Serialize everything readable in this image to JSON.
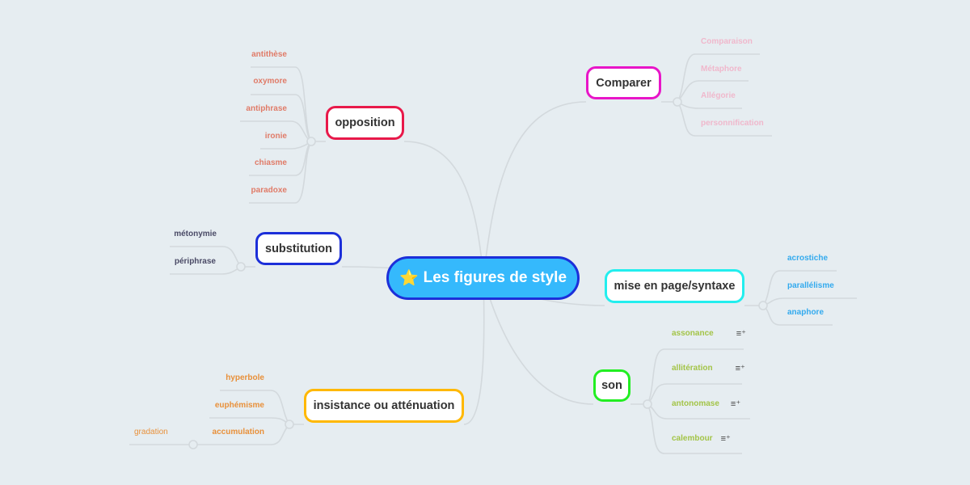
{
  "central": {
    "icon": "star-icon",
    "label": "Les figures de style"
  },
  "colors": {
    "center_fill": "#35b9fc",
    "center_border": "#1c2fd9",
    "opposition": "#e8194a",
    "substitution": "#1c2fd9",
    "insistance": "#ffb800",
    "comparer": "#e815c8",
    "mise": "#22eeee",
    "son": "#22ee22"
  },
  "branches": {
    "opposition": {
      "label": "opposition",
      "leaves": [
        "antithèse",
        "oxymore",
        "antiphrase",
        "ironie",
        "chiasme",
        "paradoxe"
      ]
    },
    "substitution": {
      "label": "substitution",
      "leaves": [
        "métonymie",
        "périphrase"
      ]
    },
    "insistance": {
      "label": "insistance ou atténuation",
      "leaves": [
        "hyperbole",
        "euphémisme",
        "accumulation"
      ],
      "sub": "gradation"
    },
    "comparer": {
      "label": "Comparer",
      "leaves": [
        "Comparaison",
        "Métaphore",
        "Allégorie",
        "personnification"
      ]
    },
    "mise": {
      "label": "mise en page/syntaxe",
      "leaves": [
        "acrostiche",
        "parallélisme",
        "anaphore"
      ]
    },
    "son": {
      "label": "son",
      "leaves": [
        "assonance",
        "allitération",
        "antonomase",
        "calembour"
      ],
      "note_icon": "note-icon"
    }
  }
}
